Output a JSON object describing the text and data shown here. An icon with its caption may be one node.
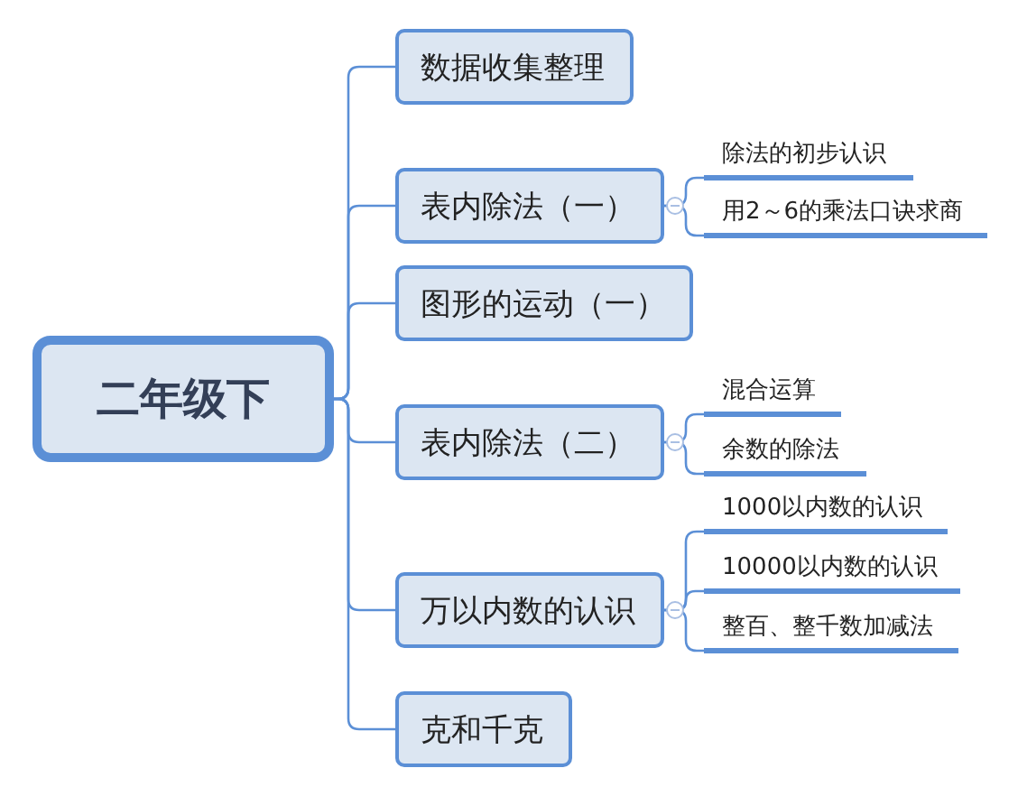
{
  "diagram": {
    "nodes": [
      {
        "text": [
          "二年级下"
        ]
      },
      {
        "text": [
          "数据收集整理"
        ]
      },
      {
        "text": [
          "表内除法（一）"
        ]
      },
      {
        "text": [
          "除法的初步认识"
        ]
      },
      {
        "text": [
          "用2～6的乘法口诀求商"
        ]
      },
      {
        "text": [
          "图形的运动（一）"
        ]
      },
      {
        "text": [
          "表内除法（二）"
        ]
      },
      {
        "text": [
          "混合运算"
        ]
      },
      {
        "text": [
          "余数的除法"
        ]
      },
      {
        "text": [
          "万以内数的认识"
        ]
      },
      {
        "text": [
          "1000以内数的认识"
        ]
      },
      {
        "text": [
          "10000以内数的认识"
        ]
      },
      {
        "text": [
          "整百、整千数加减法"
        ]
      },
      {
        "text": [
          "克和千克"
        ]
      }
    ],
    "edges": [
      {
        "from": 0,
        "to": 1,
        "arrow": "none"
      },
      {
        "from": 0,
        "to": 2,
        "arrow": "none"
      },
      {
        "from": 2,
        "to": 3,
        "arrow": "none"
      },
      {
        "from": 2,
        "to": 4,
        "arrow": "none"
      },
      {
        "from": 0,
        "to": 5,
        "arrow": "none"
      },
      {
        "from": 0,
        "to": 6,
        "arrow": "none"
      },
      {
        "from": 6,
        "to": 7,
        "arrow": "none"
      },
      {
        "from": 6,
        "to": 8,
        "arrow": "none"
      },
      {
        "from": 0,
        "to": 9,
        "arrow": "none"
      },
      {
        "from": 9,
        "to": 10,
        "arrow": "none"
      },
      {
        "from": 9,
        "to": 11,
        "arrow": "none"
      },
      {
        "from": 9,
        "to": 12,
        "arrow": "none"
      },
      {
        "from": 0,
        "to": 13,
        "arrow": "none"
      }
    ]
  }
}
